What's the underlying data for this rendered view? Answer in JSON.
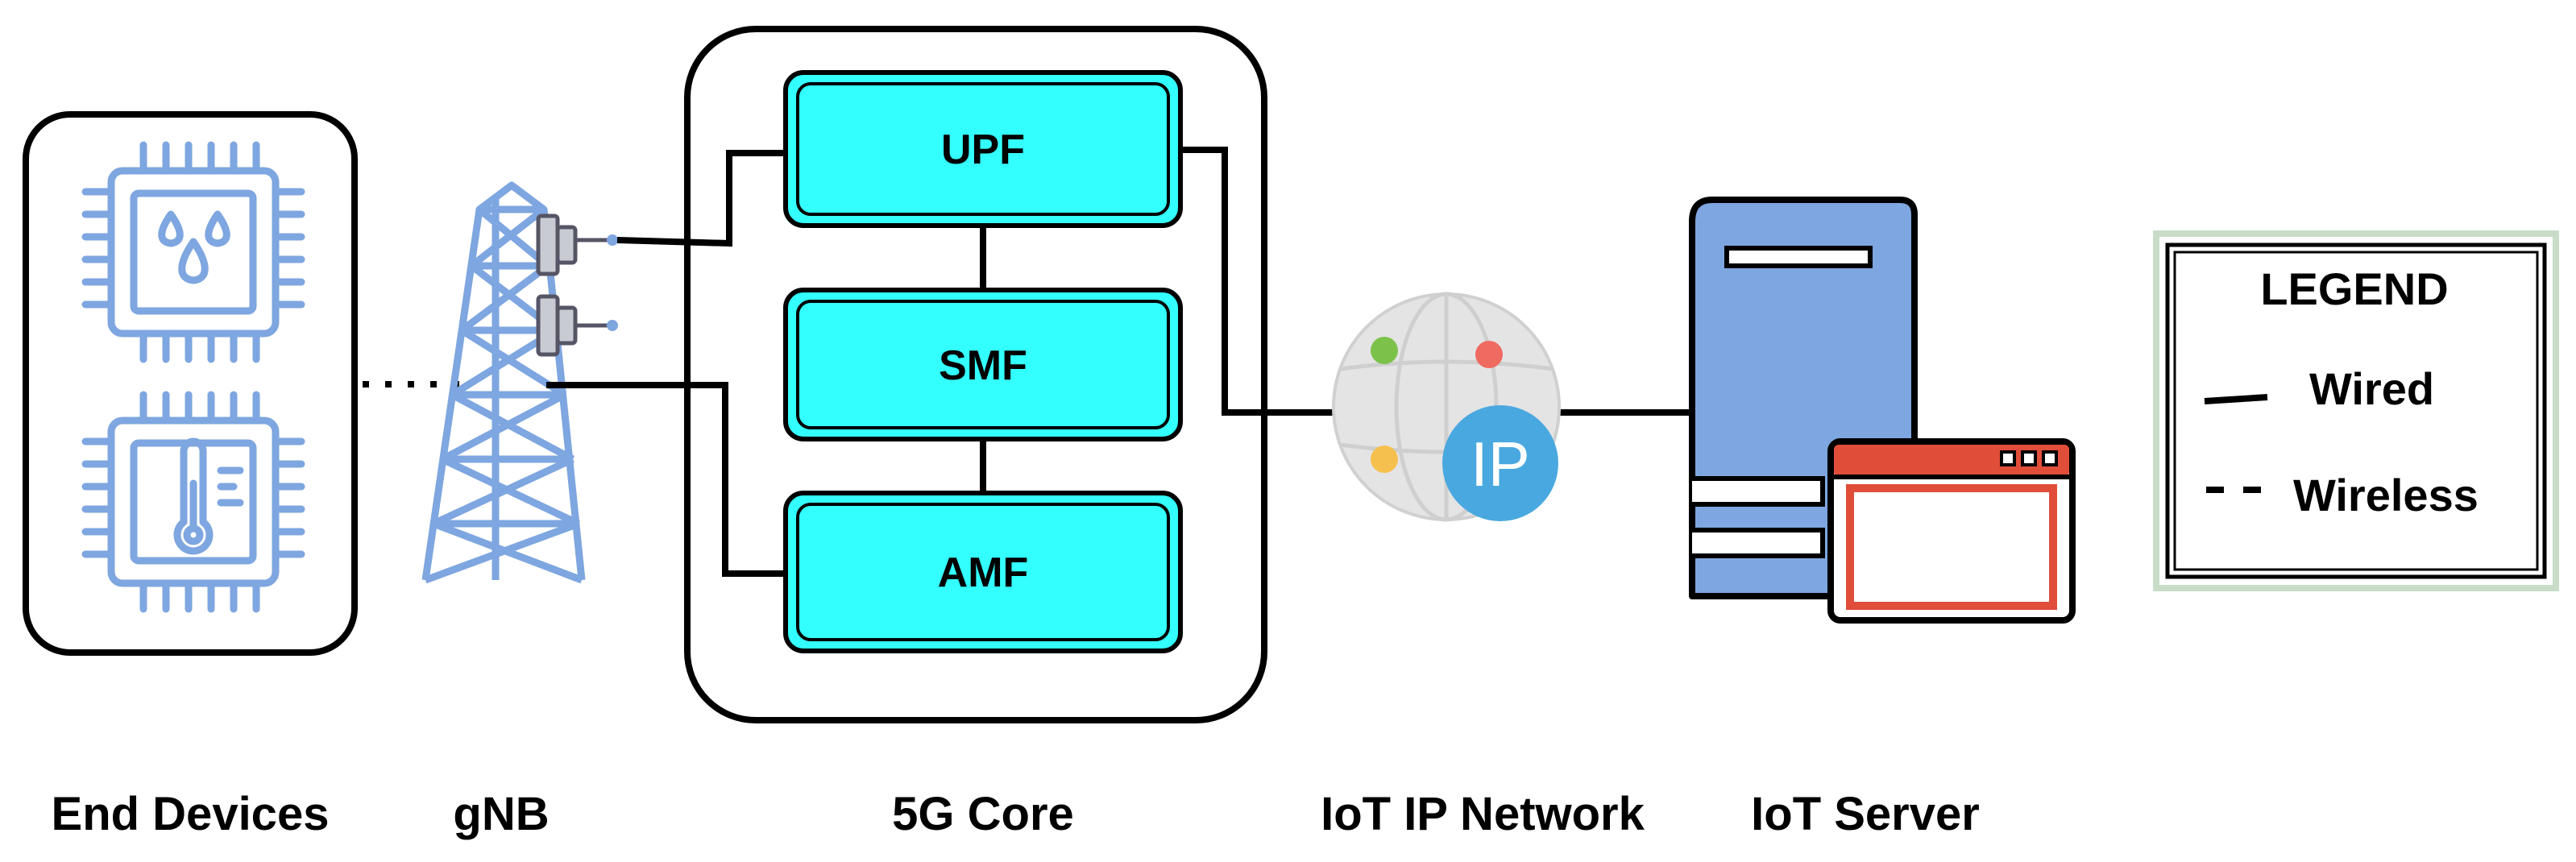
{
  "labels": {
    "end_devices": "End Devices",
    "gnb": "gNB",
    "core": "5G Core",
    "iot_network": "IoT IP Network",
    "iot_server": "IoT Server"
  },
  "core_functions": {
    "upf": "UPF",
    "smf": "SMF",
    "amf": "AMF"
  },
  "ip_badge": "IP",
  "legend": {
    "title": "LEGEND",
    "wired": "Wired",
    "wireless": "Wireless"
  },
  "colors": {
    "device_icon": "#7ea6e0",
    "core_function_fill": "#33ffff",
    "server_body": "#7ea6e0",
    "window_frame": "#e04e3a",
    "ip_badge": "#4aa8e0",
    "globe": "#e2e2e2",
    "dot_green": "#7cc24a",
    "dot_red": "#ef6a60",
    "dot_yellow": "#f6c04e",
    "legend_border": "#c8dcc8"
  },
  "icons": [
    "chip-water-icon",
    "chip-thermometer-icon",
    "cell-tower-icon",
    "globe-icon",
    "server-icon",
    "browser-window-icon"
  ]
}
